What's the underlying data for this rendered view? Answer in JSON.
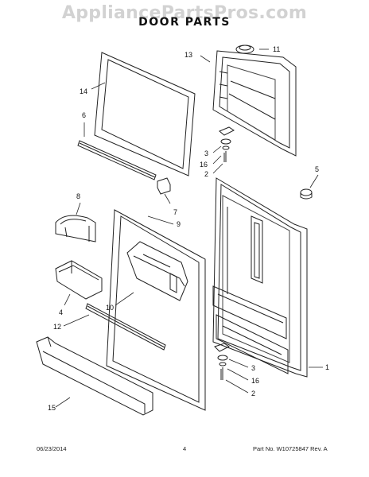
{
  "watermark": "AppliancePartsPros.com",
  "title": "DOOR PARTS",
  "footer": {
    "date": "06/23/2014",
    "page": "4",
    "part_no": "Part No.  W10725847  Rev. A"
  },
  "callouts": {
    "c11": "11",
    "c13": "13",
    "c14": "14",
    "c6": "6",
    "c3a": "3",
    "c16a": "16",
    "c2a": "2",
    "c5": "5",
    "c8": "8",
    "c7": "7",
    "c9": "9",
    "c10": "10",
    "c4": "4",
    "c12": "12",
    "c1": "1",
    "c3b": "3",
    "c16b": "16",
    "c2b": "2",
    "c15": "15"
  }
}
